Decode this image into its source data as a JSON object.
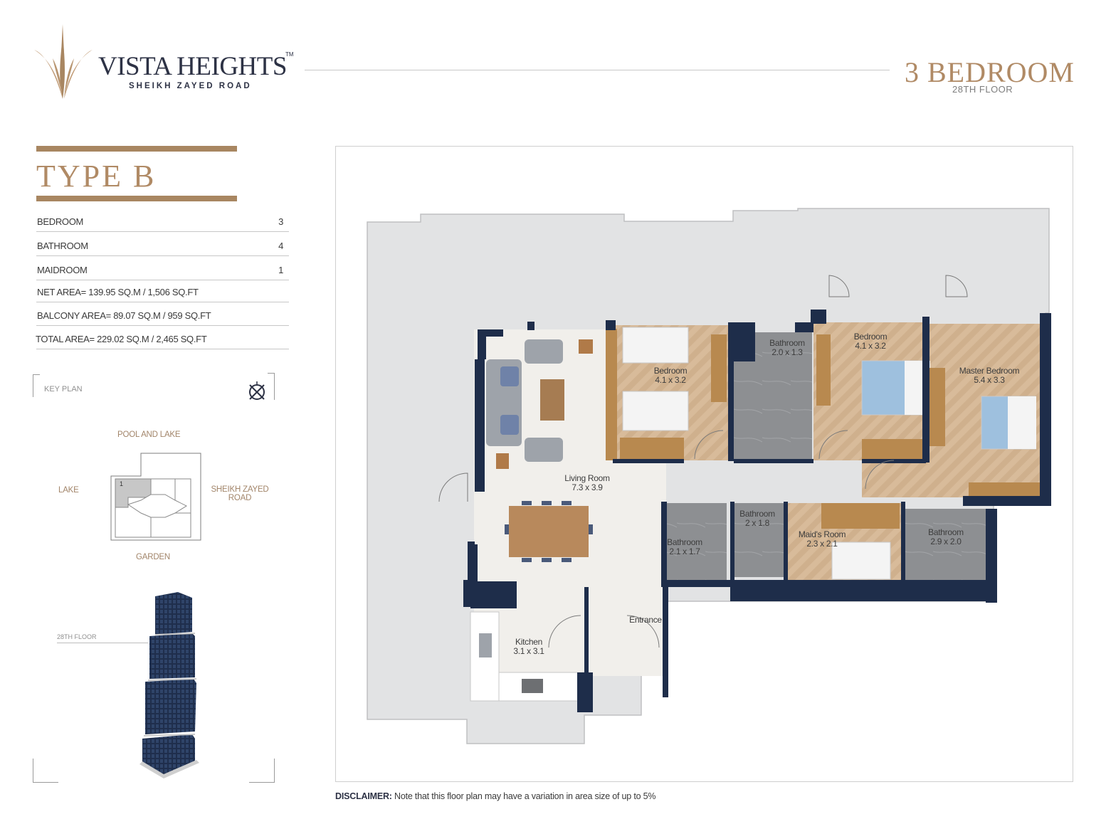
{
  "brand": {
    "name": "VISTA HEIGHTS",
    "trademark": "TM",
    "location": "SHEIKH ZAYED ROAD"
  },
  "unit": {
    "title": "3 BEDROOM",
    "floor": "28TH FLOOR"
  },
  "type_title": "TYPE B",
  "specs": [
    {
      "label": "BEDROOM",
      "value": "3"
    },
    {
      "label": "BATHROOM",
      "value": "4"
    },
    {
      "label": "MAIDROOM",
      "value": "1"
    },
    {
      "label": "NET AREA= 139.95 SQ.M / 1,506 SQ.FT",
      "value": ""
    },
    {
      "label": "BALCONY AREA= 89.07 SQ.M / 959 SQ.FT",
      "value": ""
    },
    {
      "label": "TOTAL AREA= 229.02 SQ.M / 2,465 SQ.FT",
      "value": ""
    }
  ],
  "key_plan": {
    "title": "KEY PLAN",
    "north": "POOL  AND LAKE",
    "west": "LAKE",
    "east_line1": "SHEIKH ZAYED",
    "east_line2": "ROAD",
    "south": "GARDEN",
    "unit_marker": "1"
  },
  "tower": {
    "floor_label": "28TH FLOOR"
  },
  "rooms": [
    {
      "id": "bedroom-2",
      "name": "Bedroom",
      "size": "4.1 x 3.2"
    },
    {
      "id": "bathroom-1",
      "name": "Bathroom",
      "size": "2.0 x 1.3"
    },
    {
      "id": "bedroom-3",
      "name": "Bedroom",
      "size": "4.1 x 3.2"
    },
    {
      "id": "master-bedroom",
      "name": "Master Bedroom",
      "size": "5.4 x 3.3"
    },
    {
      "id": "living-room",
      "name": "Living Room",
      "size": "7.3 x 3.9"
    },
    {
      "id": "bathroom-2",
      "name": "Bathroom",
      "size": "2 x 1.8"
    },
    {
      "id": "maids-room",
      "name": "Maid's Room",
      "size": "2.3 x 2.1"
    },
    {
      "id": "bathroom-3",
      "name": "Bathroom",
      "size": "2.1 x 1.7"
    },
    {
      "id": "bathroom-4",
      "name": "Bathroom",
      "size": "2.9 x 2.0"
    },
    {
      "id": "kitchen",
      "name": "Kitchen",
      "size": "3.1 x 3.1"
    },
    {
      "id": "entrance",
      "name": "Entrance",
      "size": ""
    }
  ],
  "disclaimer": {
    "label": "DISCLAIMER:",
    "text": "Note that this floor plan may have a variation in area size of up to 5%"
  },
  "colors": {
    "accent_gold": "#b08a65",
    "navy_wall": "#1e2d4a",
    "balcony_grey": "#e2e3e4",
    "wood_floor": "#d6b896",
    "tile_grey": "#8e9092",
    "interior_floor": "#f1efeb"
  },
  "icons": [
    "logo-mark",
    "compass-icon"
  ]
}
